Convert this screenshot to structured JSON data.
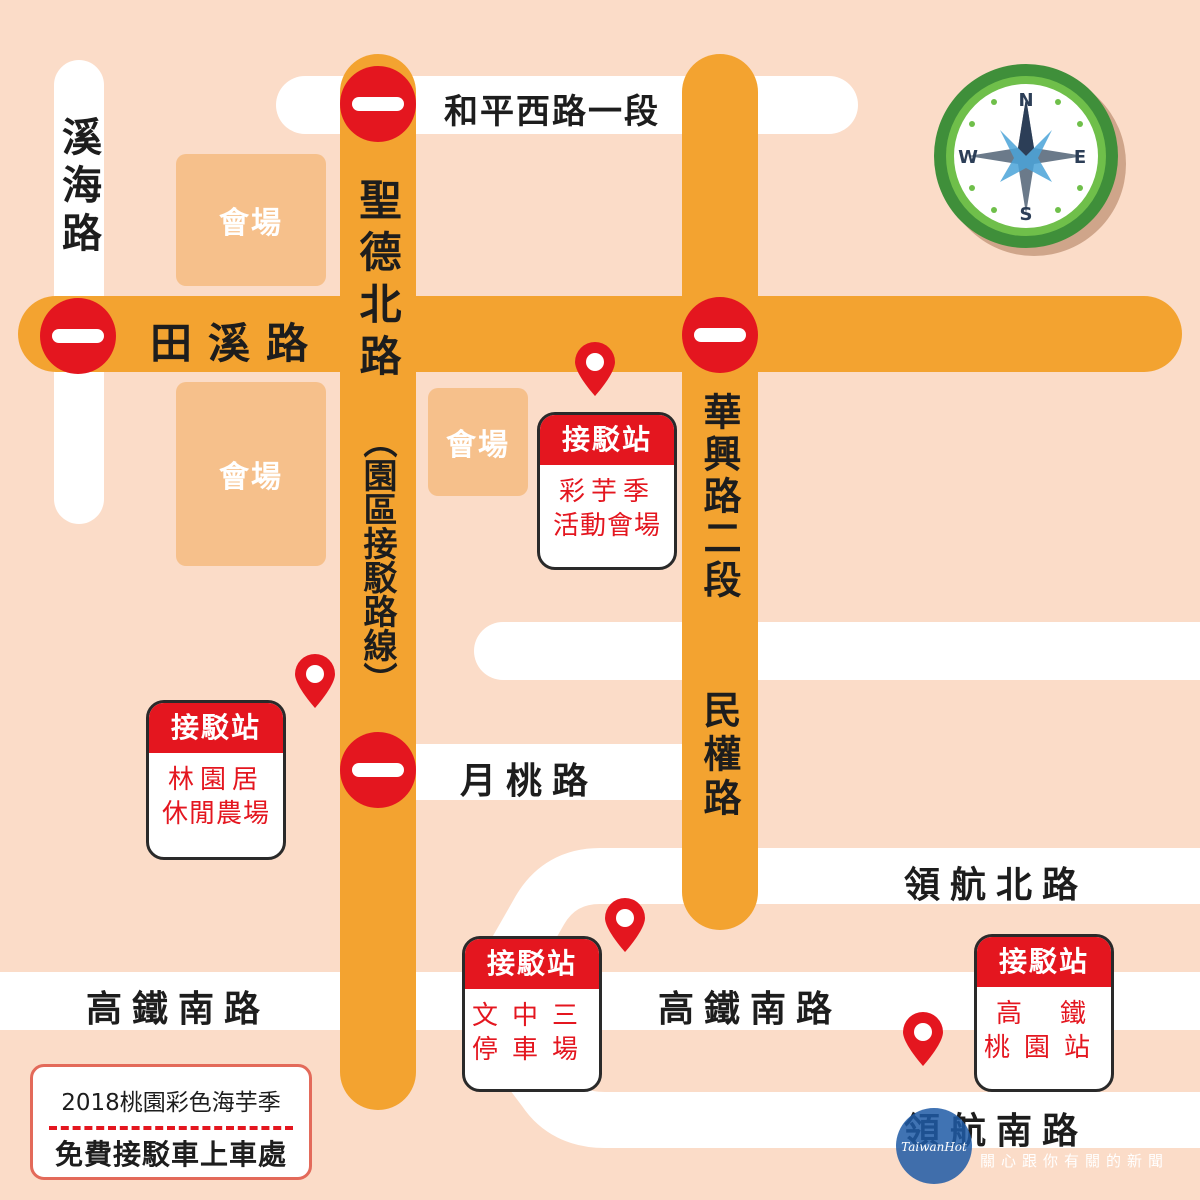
{
  "roads": {
    "heping": "和平西路一段",
    "xihai": "溪海路",
    "tianxi": "田溪路",
    "shengde": "聖德北路",
    "shuttle_route": "（園區接駁路線）",
    "huaxing": "華興路二段",
    "minquan": "民權路",
    "yuetao": "月桃路",
    "linghang_n": "領航北路",
    "hsr_s_left": "高鐵南路",
    "hsr_s_mid": "高鐵南路",
    "linghang_s": "領航南路"
  },
  "venues": {
    "v1": "會場",
    "v2": "會場",
    "v3": "會場"
  },
  "stations": [
    {
      "title": "接駁站",
      "lines": [
        "彩芋季",
        "活動會場"
      ]
    },
    {
      "title": "接駁站",
      "lines": [
        "林園居",
        "休閒農場"
      ]
    },
    {
      "title": "接駁站",
      "lines": [
        "文中三",
        "停車場"
      ]
    },
    {
      "title": "接駁站",
      "lines": [
        "高　鐵",
        "桃園站"
      ]
    }
  ],
  "compass": {
    "n": "N",
    "s": "S",
    "e": "E",
    "w": "W"
  },
  "legend": {
    "line1": "2018桃園彩色海芋季",
    "line2": "免費接駁車上車處"
  },
  "watermark": {
    "brand": "TaiwanHot",
    "slogan": "關心跟你有關的新聞"
  },
  "colors": {
    "background": "#fbdcc8",
    "main_road": "#f3a330",
    "side_road": "#ffffff",
    "venue": "#f6c08b",
    "accent_red": "#e4161f",
    "compass_ring": "#3f8f3a"
  }
}
